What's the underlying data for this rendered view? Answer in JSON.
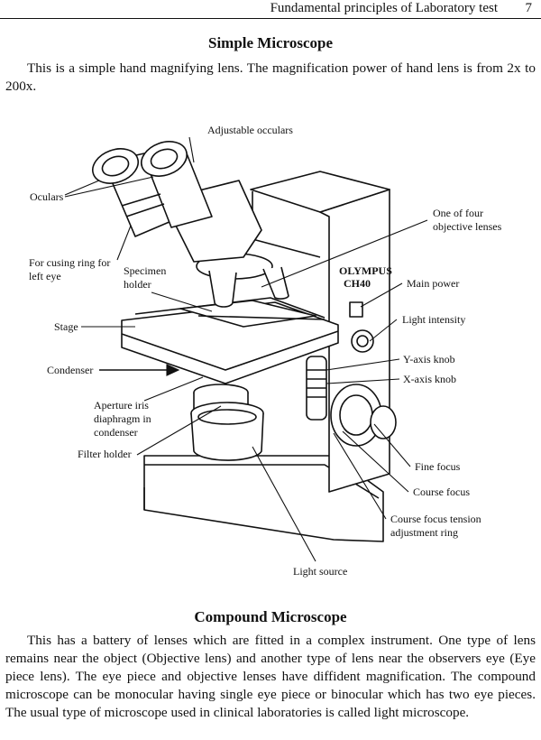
{
  "header": {
    "title": "Fundamental principles of Laboratory test",
    "page_number": "7"
  },
  "section1": {
    "heading": "Simple Microscope",
    "paragraph": "This is a simple hand magnifying lens. The magnification power of hand lens is from 2x to 200x."
  },
  "figure": {
    "labels": {
      "adjustable_oculars": "Adjustable occulars",
      "oculars": "Oculars",
      "focusing_ring_1": "For cusing ring for",
      "focusing_ring_2": "left eye",
      "specimen_holder_1": "Specimen",
      "specimen_holder_2": "holder",
      "stage": "Stage",
      "condenser": "Condenser",
      "aperture_1": "Aperture iris",
      "aperture_2": "diaphragm in",
      "aperture_3": "condenser",
      "filter_holder": "Filter holder",
      "objective_1": "One of four",
      "objective_2": "objective lenses",
      "main_power": "Main power",
      "light_intensity": "Light intensity",
      "y_axis_knob": "Y-axis knob",
      "x_axis_knob": "X-axis knob",
      "fine_focus": "Fine focus",
      "course_focus": "Course focus",
      "tension_1": "Course focus tension",
      "tension_2": "adjustment ring",
      "light_source": "Light source"
    },
    "brand_text": "OLYMPUS",
    "model_text": "CH40"
  },
  "section2": {
    "heading": "Compound Microscope",
    "paragraph": "This has a battery of lenses which are fitted in a complex instrument. One type of lens remains near the object (Objective lens) and another type of lens near the observers eye (Eye piece lens). The eye piece and objective lenses have diffident magnification. The compound microscope can be monocular having single eye piece or binocular which has two eye pieces. The usual type of microscope used in clinical laboratories is called light microscope."
  }
}
